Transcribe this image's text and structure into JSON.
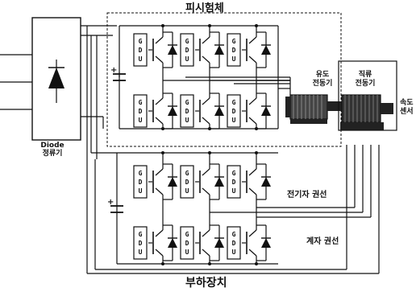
{
  "labels": {
    "test_body": "피시험체",
    "induction_motor": [
      "유도",
      "전동기"
    ],
    "dc_motor": [
      "직류",
      "전동기"
    ],
    "speed_sensor": [
      "속도",
      "센서"
    ],
    "diode_rectifier": [
      "Diode",
      "정류기"
    ],
    "field_winding": "전기자 권선",
    "armature_winding": "계자 권선",
    "load_device": "부하장치",
    "gdu": "GDU",
    "plus": "+"
  },
  "structure": {
    "upper_inverter": {
      "gdu_columns": 3,
      "gdu_rows": 2
    },
    "lower_converter": {
      "gdu_columns": 3,
      "gdu_rows": 2
    }
  }
}
